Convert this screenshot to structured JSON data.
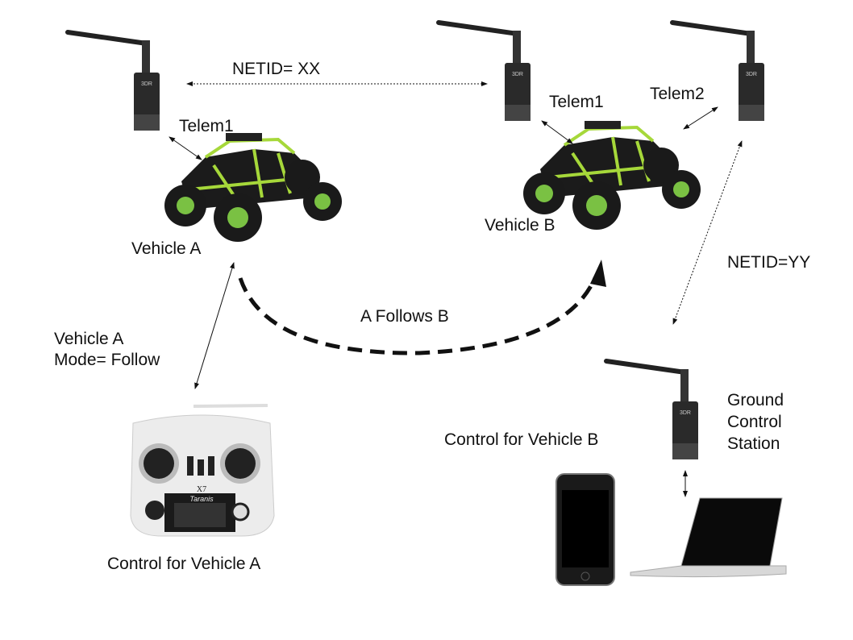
{
  "labels": {
    "netid_xx": "NETID= XX",
    "telem1_a": "Telem1",
    "vehicle_a": "Vehicle A",
    "telem1_b": "Telem1",
    "telem2_b": "Telem2",
    "vehicle_b": "Vehicle B",
    "netid_yy": "NETID=YY",
    "a_follows_b": "A Follows B",
    "vehicle_a_mode_line1": "Vehicle A",
    "vehicle_a_mode_line2": "Mode= Follow",
    "control_vehicle_a": "Control for Vehicle A",
    "control_vehicle_b": "Control for Vehicle B",
    "gcs_line1": "Ground",
    "gcs_line2": "Control",
    "gcs_line3": "Station"
  },
  "logos": {
    "radio_logo": "3DR",
    "controller_model": "X7",
    "controller_brand": "Taranis"
  },
  "colors": {
    "car_body": "#a6d83a",
    "car_dark": "#1b1b1b",
    "radio_body": "#2a2a2a",
    "controller_body": "#ececec"
  }
}
